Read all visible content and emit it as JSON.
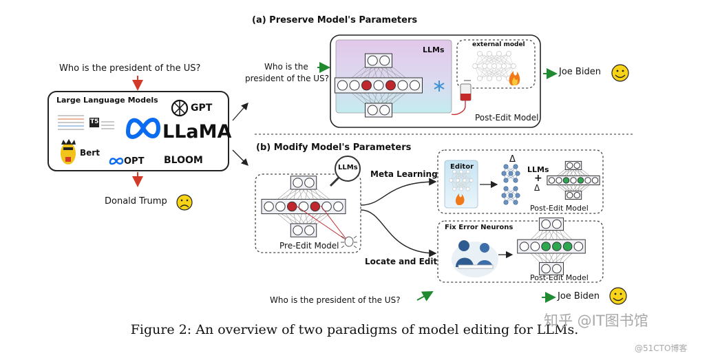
{
  "panel_a": {
    "title": "(a) Preserve Model's Parameters",
    "question": [
      "Who is the",
      "president of the US?"
    ],
    "llms_label": "LLMs",
    "external_model_label": "external model",
    "post_edit_label": "Post-Edit Model",
    "answer": "Joe Biden"
  },
  "left": {
    "question": "Who is the president of the US?",
    "box_title": "Large Language Models",
    "models": [
      "GPT",
      "LLaMA",
      "Bert",
      "OPT",
      "BLOOM",
      "T5"
    ],
    "answer": "Donald Trump"
  },
  "panel_b": {
    "title": "(b) Modify Model's Parameters",
    "llms_label": "LLMs",
    "pre_edit_label": "Pre-Edit Model",
    "meta_learning_label": "Meta Learning",
    "editor_label": "Editor",
    "delta_symbol": "Δ",
    "plus_llms_label": "LLMs",
    "plus_symbol": "+",
    "post_edit_label_1": "Post-Edit Model",
    "locate_edit_label": "Locate and Edit",
    "fix_error_label": "Fix Error Neurons",
    "post_edit_label_2": "Post-Edit Model",
    "question": "Who is the president of the US?",
    "answer": "Joe Biden"
  },
  "caption": "Figure 2: An overview of two paradigms of model editing for LLMs.",
  "watermarks": [
    "知乎 @IT图书馆",
    "@51CTO博客"
  ],
  "colors": {
    "red_node": "#c0272d",
    "green_node": "#2ea84f",
    "smiley": "#f7d417",
    "green_arrow": "#1f8a2f",
    "red_arrow": "#d23a2a"
  }
}
